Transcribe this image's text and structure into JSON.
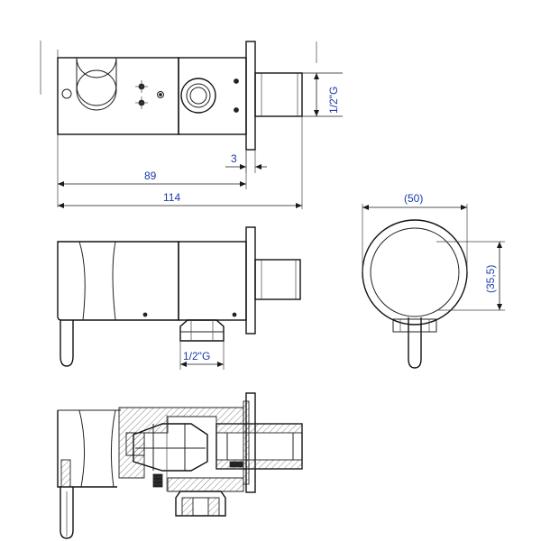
{
  "top_view": {
    "dims": {
      "thread_label": "1/2\"G",
      "flange_thickness": "3",
      "body_length": "89",
      "overall_length": "114"
    }
  },
  "front_view": {
    "dims": {
      "outlet_thread": "1/2\"G"
    }
  },
  "side_view": {
    "dims": {
      "diameter": "(50)",
      "height": "(35,5)"
    }
  }
}
